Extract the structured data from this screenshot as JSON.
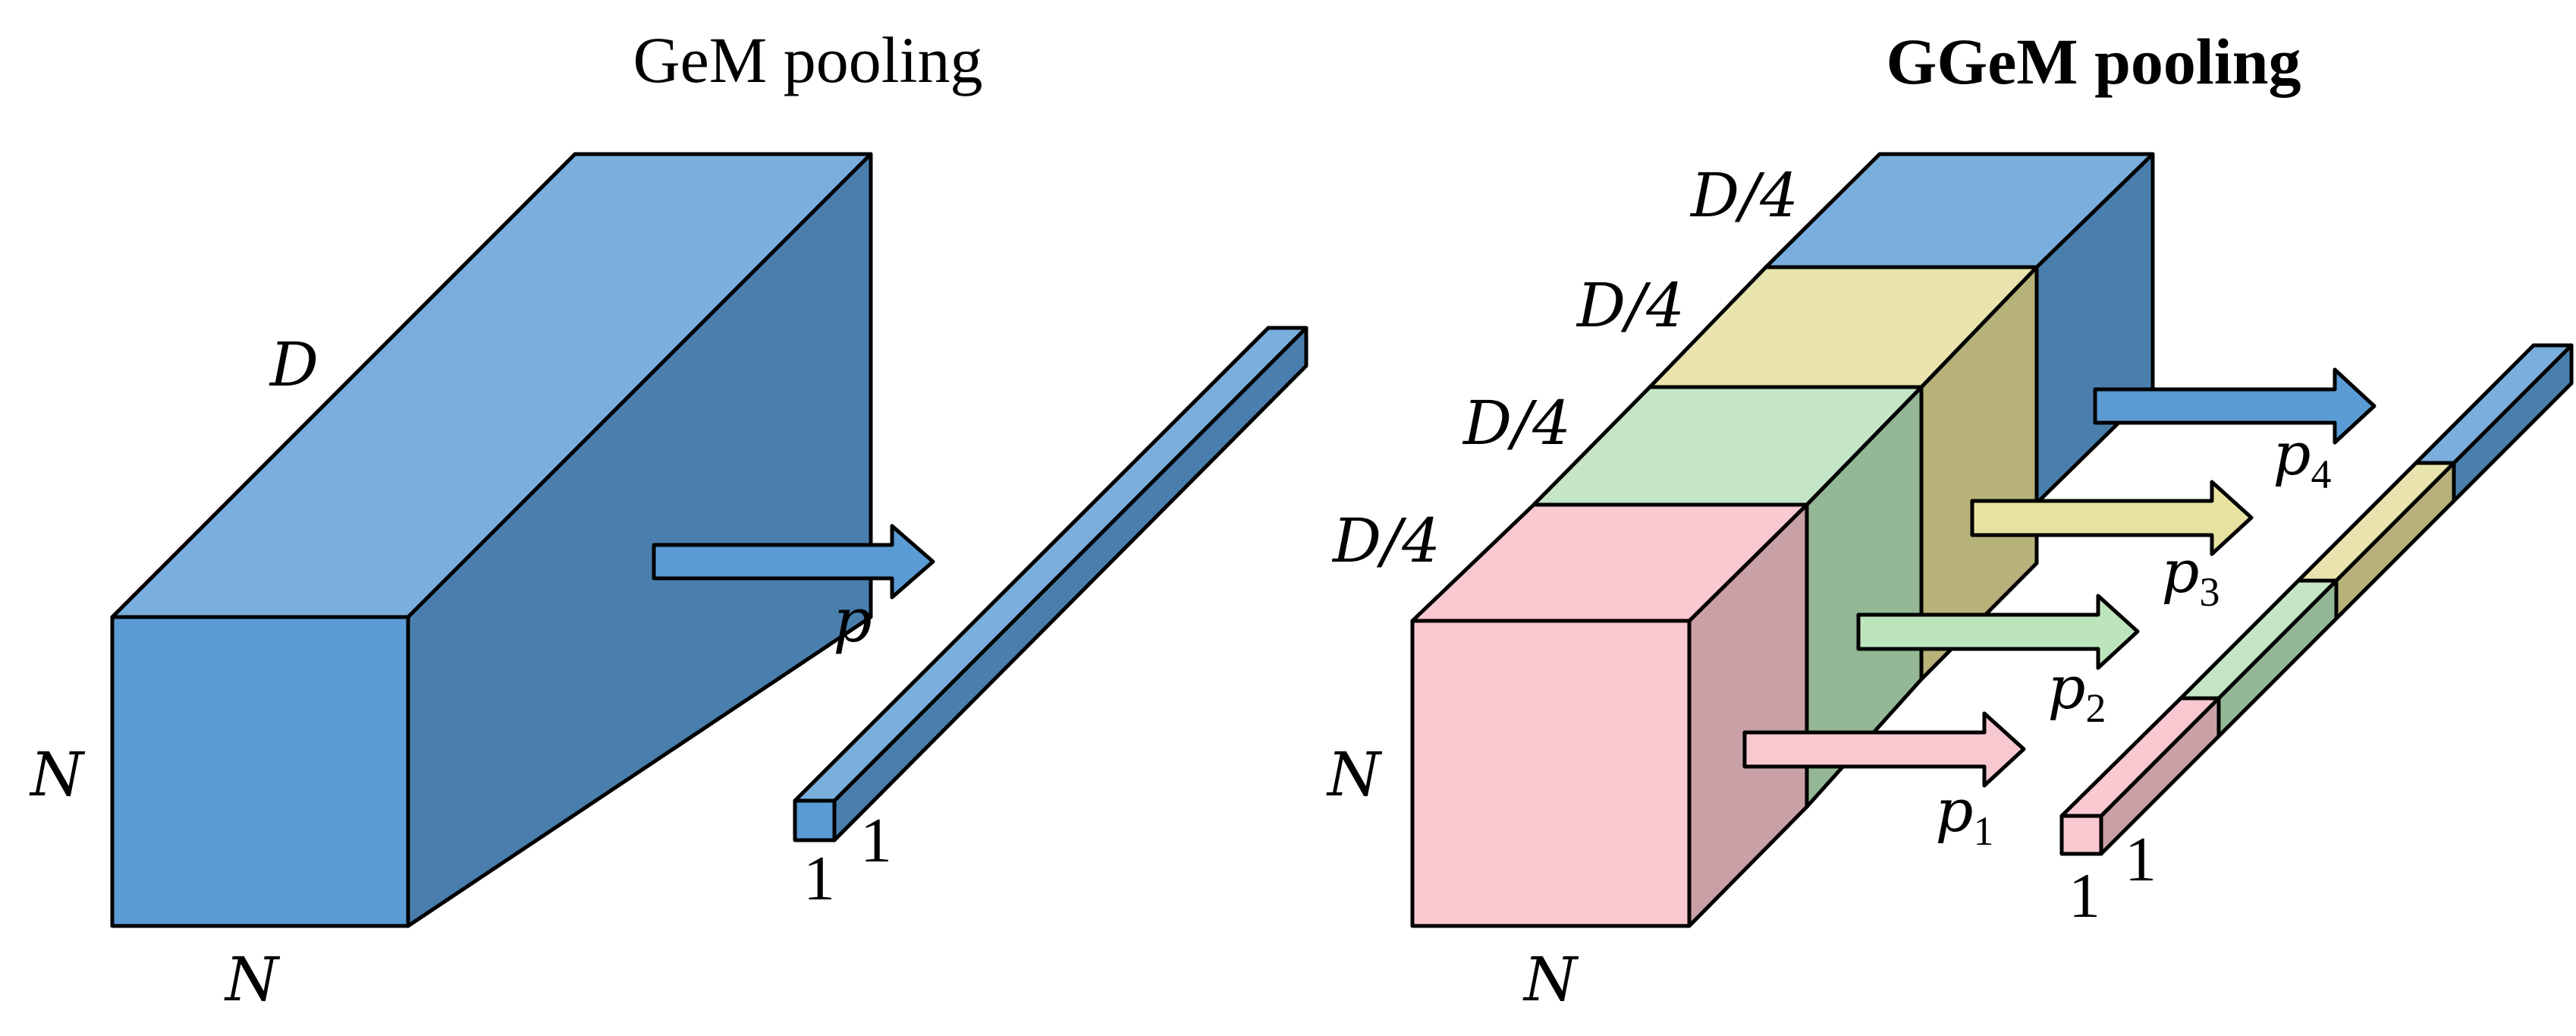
{
  "gem": {
    "title": "GeM pooling",
    "label_d": "D",
    "label_n_side": "N",
    "label_n_bottom": "N",
    "label_p": "p",
    "vector_label_a": "1",
    "vector_label_b": "1"
  },
  "ggem": {
    "title": "GGeM pooling",
    "group_labels": [
      "D/4",
      "D/4",
      "D/4",
      "D/4"
    ],
    "label_n_side": "N",
    "label_n_bottom": "N",
    "p_labels": [
      {
        "base": "p",
        "sub": "1"
      },
      {
        "base": "p",
        "sub": "2"
      },
      {
        "base": "p",
        "sub": "3"
      },
      {
        "base": "p",
        "sub": "4"
      }
    ],
    "vector_label_a": "1",
    "vector_label_b": "1"
  },
  "colors": {
    "blue_front": "#5b9bd5",
    "blue_top": "#7aaedc",
    "blue_side": "#4a7fad",
    "yellow_front": "#e9e4ad",
    "yellow_side": "#b7b27a",
    "green_front": "#c5e6c6",
    "green_side": "#94b895",
    "pink_front": "#f9c8d1",
    "pink_side": "#c9a0a6",
    "arrow_blue": "#5b9bd5",
    "arrow_yellow": "#e7e2a2",
    "arrow_green": "#bde5bd",
    "arrow_pink": "#f8c8d0"
  }
}
